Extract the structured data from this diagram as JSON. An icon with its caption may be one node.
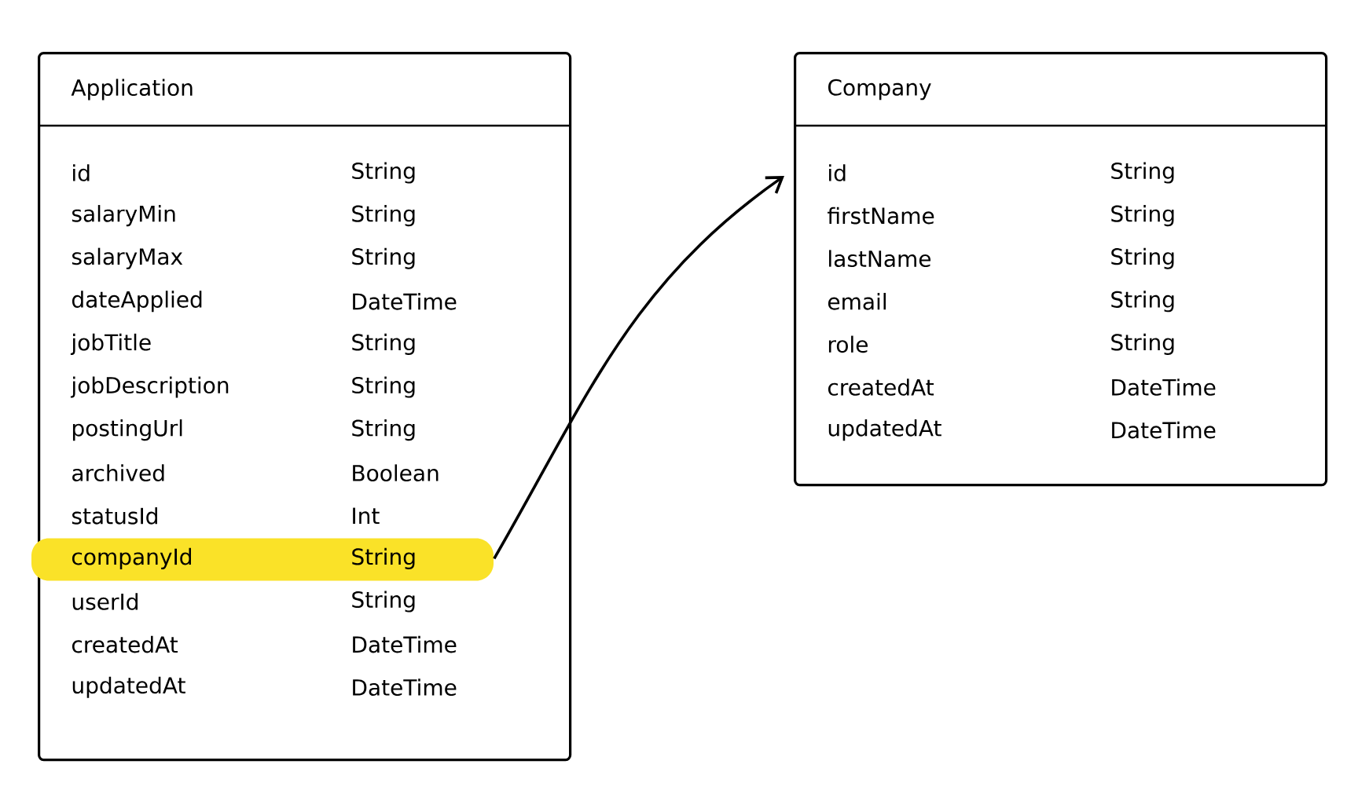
{
  "diagram": {
    "nodes": [
      {
        "text": [
          "Application"
        ]
      },
      {
        "text": [
          "id",
          "String"
        ],
        "in": 0
      },
      {
        "text": [
          "salaryMin",
          "String"
        ],
        "in": 0
      },
      {
        "text": [
          "salaryMax",
          "String"
        ],
        "in": 0
      },
      {
        "text": [
          "dateApplied",
          "DateTime"
        ],
        "in": 0
      },
      {
        "text": [
          "jobTitle",
          "String"
        ],
        "in": 0
      },
      {
        "text": [
          "jobDescription",
          "String"
        ],
        "in": 0
      },
      {
        "text": [
          "postingUrl",
          "String"
        ],
        "in": 0
      },
      {
        "text": [
          "archived",
          "Boolean"
        ],
        "in": 0
      },
      {
        "text": [
          "statusId",
          "Int"
        ],
        "in": 0
      },
      {
        "text": [
          "companyId",
          "String"
        ],
        "in": 0
      },
      {
        "text": [
          "userId",
          "String"
        ],
        "in": 0
      },
      {
        "text": [
          "createdAt",
          "DateTime"
        ],
        "in": 0
      },
      {
        "text": [
          "updatedAt",
          "DateTime"
        ],
        "in": 0
      },
      {
        "text": [
          "Company"
        ]
      },
      {
        "text": [
          "id",
          "String"
        ],
        "in": 14
      },
      {
        "text": [
          "firstName",
          "String"
        ],
        "in": 14
      },
      {
        "text": [
          "lastName",
          "String"
        ],
        "in": 14
      },
      {
        "text": [
          "email",
          "String"
        ],
        "in": 14
      },
      {
        "text": [
          "role",
          "String"
        ],
        "in": 14
      },
      {
        "text": [
          "createdAt",
          "DateTime"
        ],
        "in": 14
      },
      {
        "text": [
          "updatedAt",
          "DateTime"
        ],
        "in": 14
      }
    ],
    "edges": [
      {
        "from": 10,
        "to": 14,
        "arrow": "to"
      }
    ]
  }
}
